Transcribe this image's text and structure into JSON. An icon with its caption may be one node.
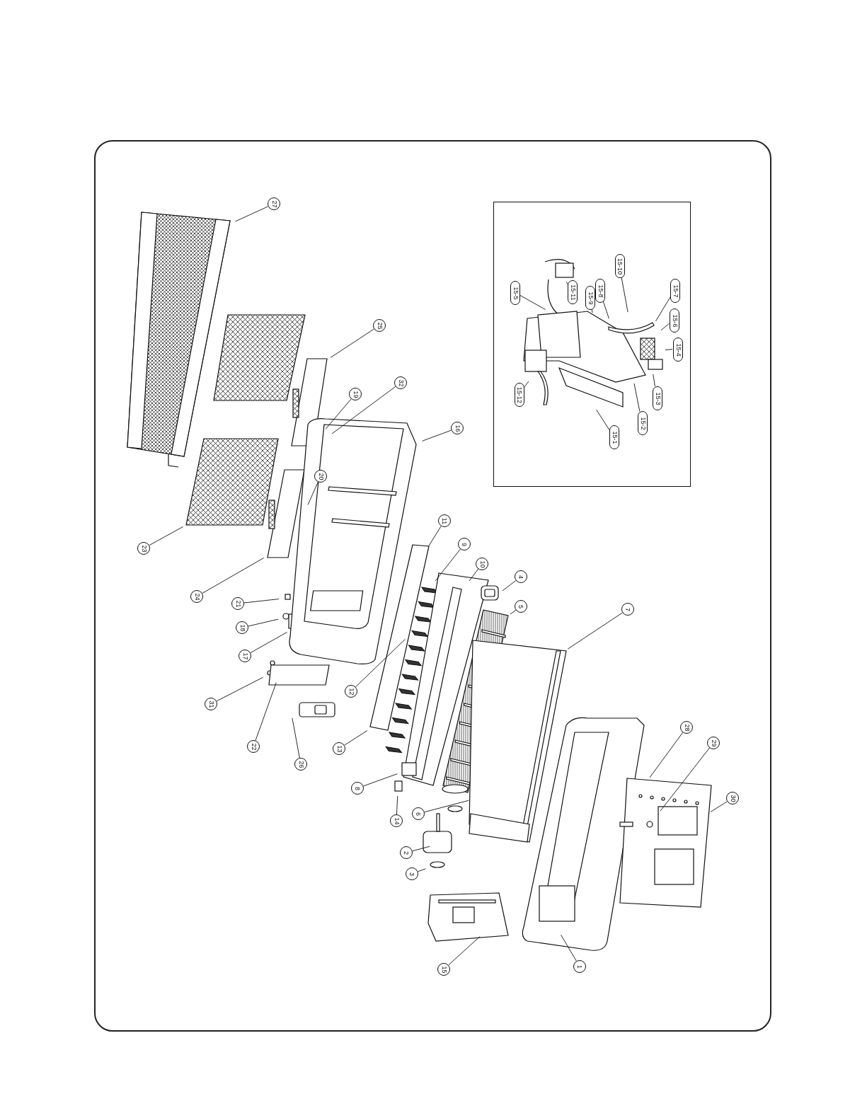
{
  "diagram": {
    "nodes": [
      {
        "text": [
          "27"
        ]
      },
      {
        "text": [
          "25"
        ]
      },
      {
        "text": [
          "32"
        ]
      },
      {
        "text": [
          "19"
        ]
      },
      {
        "text": [
          "16"
        ]
      },
      {
        "text": [
          "20"
        ]
      },
      {
        "text": [
          "23"
        ]
      },
      {
        "text": [
          "24"
        ]
      },
      {
        "text": [
          "11"
        ]
      },
      {
        "text": [
          "9"
        ]
      },
      {
        "text": [
          "10"
        ]
      },
      {
        "text": [
          "4"
        ]
      },
      {
        "text": [
          "5"
        ]
      },
      {
        "text": [
          "7"
        ]
      },
      {
        "text": [
          "21"
        ]
      },
      {
        "text": [
          "18"
        ]
      },
      {
        "text": [
          "17"
        ]
      },
      {
        "text": [
          "31"
        ]
      },
      {
        "text": [
          "12"
        ]
      },
      {
        "text": [
          "13"
        ]
      },
      {
        "text": [
          "22"
        ]
      },
      {
        "text": [
          "26"
        ]
      },
      {
        "text": [
          "8"
        ]
      },
      {
        "text": [
          "14"
        ]
      },
      {
        "text": [
          "6"
        ]
      },
      {
        "text": [
          "2"
        ]
      },
      {
        "text": [
          "3"
        ]
      },
      {
        "text": [
          "15"
        ]
      },
      {
        "text": [
          "1"
        ]
      },
      {
        "text": [
          "28"
        ]
      },
      {
        "text": [
          "29"
        ]
      },
      {
        "text": [
          "30"
        ]
      },
      {
        "text": [],
        "shape": "box"
      },
      {
        "text": [
          "15-5"
        ],
        "in": 32
      },
      {
        "text": [
          "15-11"
        ],
        "in": 32
      },
      {
        "text": [
          "15-9"
        ],
        "in": 32
      },
      {
        "text": [
          "15-8"
        ],
        "in": 32
      },
      {
        "text": [
          "15-10"
        ],
        "in": 32
      },
      {
        "text": [
          "15-7"
        ],
        "in": 32
      },
      {
        "text": [
          "15-6"
        ],
        "in": 32
      },
      {
        "text": [
          "15-4"
        ],
        "in": 32
      },
      {
        "text": [
          "15-3"
        ],
        "in": 32
      },
      {
        "text": [
          "15-2"
        ],
        "in": 32
      },
      {
        "text": [
          "15-1"
        ],
        "in": 32
      },
      {
        "text": [
          "15-12"
        ],
        "in": 32
      }
    ],
    "edges": [
      {
        "from": 0,
        "to": null,
        "arrow": "none"
      },
      {
        "from": 1,
        "to": null,
        "arrow": "none"
      },
      {
        "from": 2,
        "to": null,
        "arrow": "none"
      },
      {
        "from": 3,
        "to": null,
        "arrow": "none"
      },
      {
        "from": 4,
        "to": null,
        "arrow": "none"
      },
      {
        "from": 5,
        "to": null,
        "arrow": "none"
      },
      {
        "from": 6,
        "to": null,
        "arrow": "none"
      },
      {
        "from": 7,
        "to": null,
        "arrow": "none"
      },
      {
        "from": 8,
        "to": null,
        "arrow": "none"
      },
      {
        "from": 9,
        "to": null,
        "arrow": "none"
      },
      {
        "from": 10,
        "to": null,
        "arrow": "none"
      },
      {
        "from": 11,
        "to": null,
        "arrow": "none"
      },
      {
        "from": 12,
        "to": null,
        "arrow": "none"
      },
      {
        "from": 13,
        "to": null,
        "arrow": "none"
      },
      {
        "from": 14,
        "to": null,
        "arrow": "none"
      },
      {
        "from": 15,
        "to": null,
        "arrow": "none"
      },
      {
        "from": 16,
        "to": null,
        "arrow": "none"
      },
      {
        "from": 17,
        "to": null,
        "arrow": "none"
      },
      {
        "from": 18,
        "to": null,
        "arrow": "none"
      },
      {
        "from": 19,
        "to": null,
        "arrow": "none"
      },
      {
        "from": 20,
        "to": null,
        "arrow": "none"
      },
      {
        "from": 21,
        "to": null,
        "arrow": "none"
      },
      {
        "from": 22,
        "to": null,
        "arrow": "none"
      },
      {
        "from": 23,
        "to": null,
        "arrow": "none"
      },
      {
        "from": 24,
        "to": null,
        "arrow": "none"
      },
      {
        "from": 25,
        "to": null,
        "arrow": "none"
      },
      {
        "from": 26,
        "to": null,
        "arrow": "none"
      },
      {
        "from": 27,
        "to": null,
        "arrow": "none"
      },
      {
        "from": 28,
        "to": null,
        "arrow": "none"
      },
      {
        "from": 29,
        "to": null,
        "arrow": "none"
      },
      {
        "from": 30,
        "to": null,
        "arrow": "none"
      },
      {
        "from": 31,
        "to": null,
        "arrow": "none"
      },
      {
        "from": 33,
        "to": null,
        "arrow": "none"
      },
      {
        "from": 34,
        "to": null,
        "arrow": "none"
      },
      {
        "from": 35,
        "to": null,
        "arrow": "none"
      },
      {
        "from": 36,
        "to": null,
        "arrow": "none"
      },
      {
        "from": 37,
        "to": null,
        "arrow": "none"
      },
      {
        "from": 38,
        "to": null,
        "arrow": "none"
      },
      {
        "from": 39,
        "to": null,
        "arrow": "none"
      },
      {
        "from": 40,
        "to": null,
        "arrow": "none"
      },
      {
        "from": 41,
        "to": null,
        "arrow": "none"
      },
      {
        "from": 42,
        "to": null,
        "arrow": "none"
      },
      {
        "from": 43,
        "to": null,
        "arrow": "none"
      },
      {
        "from": 44,
        "to": null,
        "arrow": "none"
      }
    ]
  }
}
